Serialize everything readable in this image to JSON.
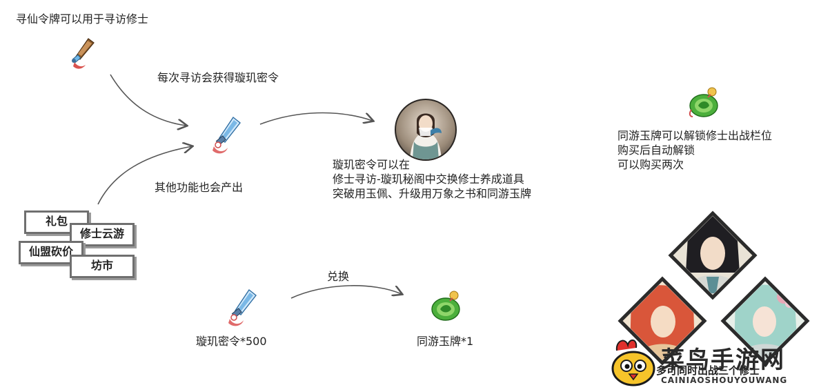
{
  "top_caption": "寻仙令牌可以用于寻访修士",
  "visit_caption": "每次寻访会获得璇玑密令",
  "other_caption": "其他功能也会产出",
  "sources": [
    "礼包",
    "修士云游",
    "仙盟砍价",
    "坊市"
  ],
  "mi_ling": {
    "lines": [
      "璇玑密令可以在",
      "修士寻访-璇玑秘阁中交换修士养成道具",
      "突破用玉佩、升级用万象之书和同游玉牌"
    ]
  },
  "jade": {
    "lines": [
      "同游玉牌可以解锁修士出战栏位",
      "购买后自动解锁",
      "可以购买两次"
    ]
  },
  "exchange": {
    "label": "兑换",
    "from_label": "璇玑密令*500",
    "to_label": "同游玉牌*1"
  },
  "bottom_caption": "多可同时出战三个修士",
  "watermark": {
    "title": "菜鸟手游网",
    "subtitle": "CAINIAOSHOUYOUWANG"
  },
  "colors": {
    "arrow": "#555555",
    "box_border": "#6f6f6f",
    "jade_green": "#4caf3c",
    "crystal_blue": "#7ab8e6"
  }
}
